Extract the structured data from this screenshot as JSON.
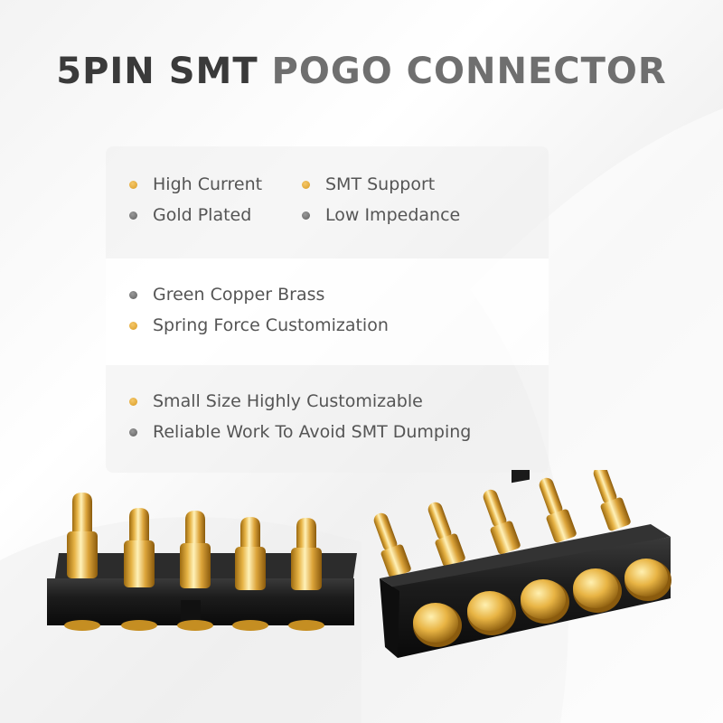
{
  "title": {
    "part1": "5PIN SMT",
    "part2": "POGO CONNECTOR"
  },
  "features": {
    "row1_left": "High Current",
    "row1_right": "SMT Support",
    "row2_left": "Gold Plated",
    "row2_right": "Low Impedance",
    "row3": "Green Copper Brass",
    "row4": "Spring Force Customization",
    "row5": "Small Size Highly Customizable",
    "row6": "Reliable Work To Avoid SMT Dumping"
  },
  "colors": {
    "gold": "#e0a532",
    "gray": "#6a6a6a",
    "title_dark": "#3a3a3a",
    "title_light": "#6f6f6f"
  },
  "icons": {
    "bullet": "dot-icon"
  }
}
